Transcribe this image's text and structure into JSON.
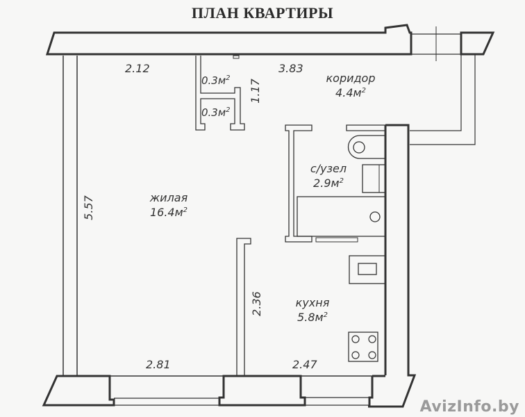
{
  "title": "ПЛАН КВАРТИРЫ",
  "rooms": {
    "living": {
      "name": "жилая",
      "area": "16.4м",
      "sup": "2"
    },
    "corridor": {
      "name": "коридор",
      "area": "4.4м",
      "sup": "2"
    },
    "bathroom": {
      "name": "с/узел",
      "area": "2.9м",
      "sup": "2"
    },
    "kitchen": {
      "name": "кухня",
      "area": "5.8м",
      "sup": "2"
    },
    "closet1": {
      "area": "0.3м",
      "sup": "2"
    },
    "closet2": {
      "area": "0.3м",
      "sup": "2"
    }
  },
  "dimensions": {
    "top_left": "2.12",
    "top_right": "3.83",
    "closet_height": "1.17",
    "left_height": "5.57",
    "kitchen_wall": "2.36",
    "bottom_left": "2.81",
    "bottom_right": "2.47"
  },
  "watermark": "AvizInfo.by",
  "colors": {
    "line": "#333333",
    "background": "#f7f7f6"
  }
}
